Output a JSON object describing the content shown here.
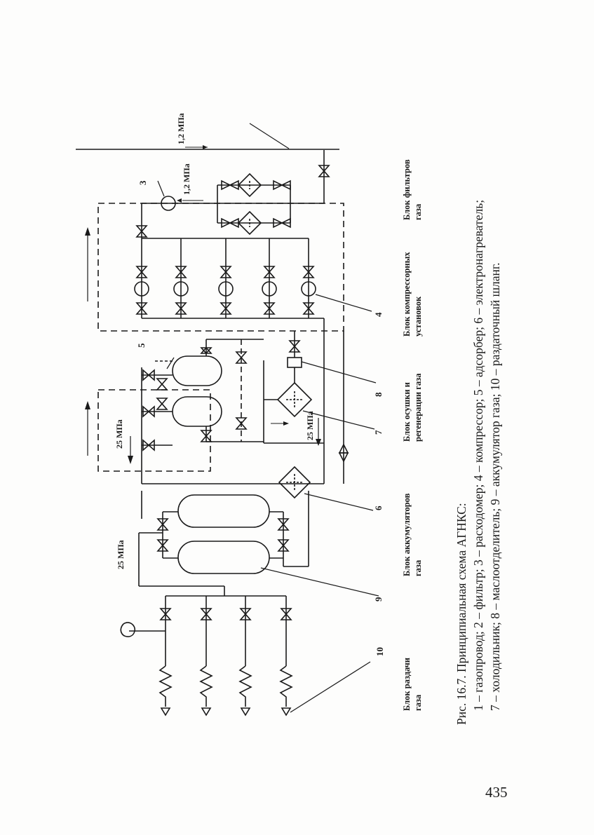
{
  "figure": {
    "caption_title": "Рис. 16.7. Принципиальная схема АГНКС:",
    "caption_lines": [
      "1 – газопровод; 2 – фильтр; 3 – расходомер; 4 – компрессор; 5 – адсорбер; 6 – электронагреватель;",
      "7 – холодильник; 8 – маслоотделитель; 9 – аккумулятор газа; 10 – раздаточный шланг."
    ],
    "blocks": [
      {
        "line1": "Блок раздачи",
        "line2": "газа"
      },
      {
        "line1": "Блок аккумуляторов",
        "line2": "газа"
      },
      {
        "line1": "Блок осушки и",
        "line2": "регенерации газа"
      },
      {
        "line1": "Блок компрессорных",
        "line2": "установок"
      },
      {
        "line1": "Блок фильтров",
        "line2": "газа"
      }
    ],
    "pressures": {
      "p1": "1,2 МПа",
      "p2": "1,2 МПа",
      "p3": "25 МПа",
      "p4": "25 МПа",
      "p5": "25 МПа"
    },
    "numbers": {
      "n3": "3",
      "n4": "4",
      "n5": "5",
      "n6": "6",
      "n7": "7",
      "n8": "8",
      "n9": "9",
      "n10": "10"
    }
  },
  "page_number": "435"
}
